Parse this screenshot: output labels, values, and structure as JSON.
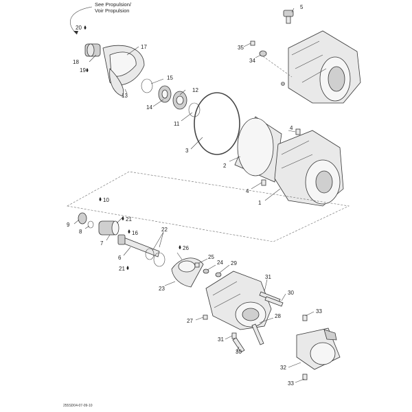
{
  "note": {
    "line1": "See Propulsion/",
    "line2": "Voir Propulsion"
  },
  "callouts": [
    {
      "id": "c1",
      "text": "1"
    },
    {
      "id": "c2",
      "text": "2"
    },
    {
      "id": "c3",
      "text": "3"
    },
    {
      "id": "c4a",
      "text": "4"
    },
    {
      "id": "c4b",
      "text": "4"
    },
    {
      "id": "c5",
      "text": "5"
    },
    {
      "id": "c6",
      "text": "6"
    },
    {
      "id": "c7",
      "text": "7"
    },
    {
      "id": "c8",
      "text": "8"
    },
    {
      "id": "c9",
      "text": "9"
    },
    {
      "id": "c10",
      "text": "10"
    },
    {
      "id": "c11",
      "text": "11"
    },
    {
      "id": "c12",
      "text": "12"
    },
    {
      "id": "c13",
      "text": "13"
    },
    {
      "id": "c14",
      "text": "14"
    },
    {
      "id": "c15",
      "text": "15"
    },
    {
      "id": "c16",
      "text": "16"
    },
    {
      "id": "c17",
      "text": "17"
    },
    {
      "id": "c18",
      "text": "18"
    },
    {
      "id": "c19",
      "text": "19"
    },
    {
      "id": "c20",
      "text": "20"
    },
    {
      "id": "c21a",
      "text": "21"
    },
    {
      "id": "c21b",
      "text": "21"
    },
    {
      "id": "c22",
      "text": "22"
    },
    {
      "id": "c23",
      "text": "23"
    },
    {
      "id": "c24",
      "text": "24"
    },
    {
      "id": "c25",
      "text": "25"
    },
    {
      "id": "c26",
      "text": "26"
    },
    {
      "id": "c27",
      "text": "27"
    },
    {
      "id": "c28",
      "text": "28"
    },
    {
      "id": "c29",
      "text": "29"
    },
    {
      "id": "c30a",
      "text": "30"
    },
    {
      "id": "c30b",
      "text": "30"
    },
    {
      "id": "c31a",
      "text": "31"
    },
    {
      "id": "c31b",
      "text": "31"
    },
    {
      "id": "c32",
      "text": "32"
    },
    {
      "id": "c33a",
      "text": "33"
    },
    {
      "id": "c33b",
      "text": "33"
    },
    {
      "id": "c34",
      "text": "34"
    },
    {
      "id": "c35",
      "text": "35"
    }
  ],
  "footer_code": "255SD04-07-09-10",
  "icons": [
    "drop-icon"
  ]
}
